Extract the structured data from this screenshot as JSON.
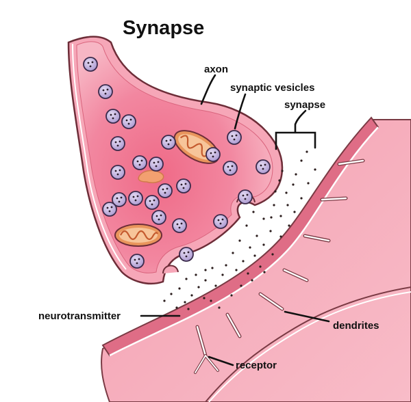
{
  "title": "Synapse",
  "labels": {
    "axon": "axon",
    "synaptic_vesicles": "synaptic vesicles",
    "synapse": "synapse",
    "neurotransmitter": "neurotransmitter",
    "dendrites": "dendrites",
    "receptor": "receptor"
  },
  "colors": {
    "membrane": "#e8788c",
    "cytoplasm": "#f08aa0",
    "cytoplasm_light": "#f9bfcb",
    "dendrite_fill": "#f7a9b7",
    "vesicle": "#b9a6d6",
    "mitochondria": "#e9955c",
    "outline": "#3a2a2a"
  }
}
